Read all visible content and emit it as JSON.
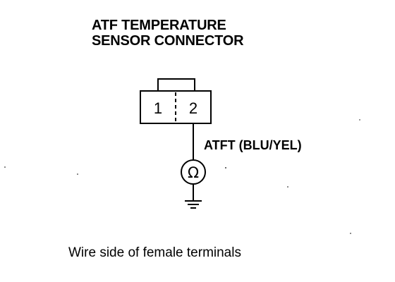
{
  "title": {
    "line1": "ATF TEMPERATURE",
    "line2": "SENSOR CONNECTOR"
  },
  "connector": {
    "terminals": [
      "1",
      "2"
    ]
  },
  "wire": {
    "label": "ATFT (BLU/YEL)"
  },
  "meter": {
    "symbol": "Ω"
  },
  "caption": "Wire side of female terminals",
  "icons": {
    "meter": "ohmmeter-icon",
    "ground": "ground-icon"
  },
  "colors": {
    "ink": "#000000",
    "background": "#ffffff"
  }
}
